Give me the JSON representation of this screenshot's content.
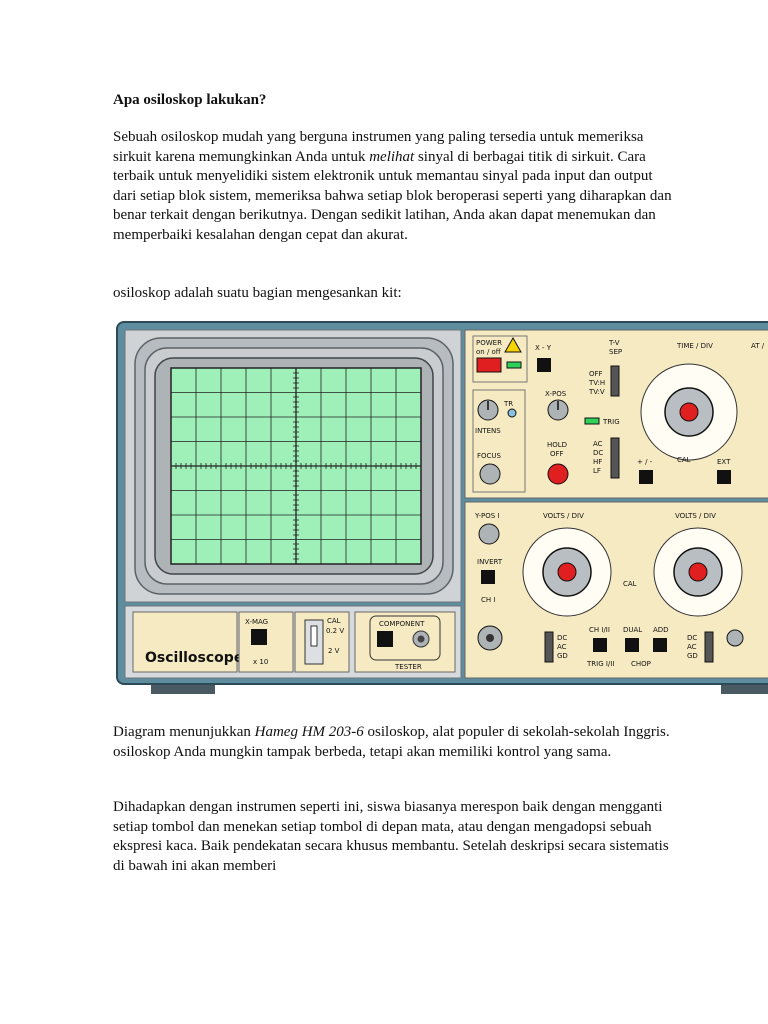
{
  "heading": "Apa osiloskop lakukan?",
  "intro": {
    "before": "Sebuah osiloskop mudah yang berguna instrumen yang paling tersedia untuk memeriksa sirkuit karena memungkinkan Anda untuk ",
    "emph": "melihat",
    "after": " sinyal di berbagai titik di sirkuit. Cara terbaik untuk menyelidiki sistem elektronik untuk memantau sinyal pada input dan output dari setiap blok sistem, memeriksa bahwa setiap blok beroperasi seperti yang diharapkan dan benar terkait dengan berikutnya. Dengan sedikit latihan, Anda akan dapat menemukan dan memperbaiki kesalahan dengan cepat dan akurat."
  },
  "lead": "osiloskop adalah suatu bagian mengesankan kit:",
  "oscilloscope": {
    "name": "Oscilloscope",
    "power_label": "POWER",
    "power_sub": "on / off",
    "xy": "X - Y",
    "tv_sep_1": "T-V",
    "tv_sep_2": "SEP",
    "time_div": "TIME / DIV",
    "at": "AT /",
    "xpos": "X-POS",
    "tr": "TR",
    "intens": "INTENS",
    "focus": "FOCUS",
    "hold_1": "HOLD",
    "hold_2": "OFF",
    "off": "OFF",
    "tvh": "TV:H",
    "tvv": "TV:V",
    "trig": "TRIG",
    "ac": "AC",
    "dc": "DC",
    "hf": "HF",
    "lf": "LF",
    "plusminus": "+ / -",
    "cal": "CAL",
    "ext": "EXT",
    "ypos": "Y-POS I",
    "volts_div": "VOLTS / DIV",
    "invert": "INVERT",
    "ch1": "CH I",
    "xmag": "X-MAG",
    "x10": "x 10",
    "cal_v1": "0.2 V",
    "cal_v2": "2 V",
    "component": "COMPONENT",
    "tester": "TESTER",
    "ch12": "CH I/II",
    "dual": "DUAL",
    "add": "ADD",
    "trig12": "TRIG I/II",
    "chop": "CHOP",
    "gd": "GD"
  },
  "caption": {
    "before": "Diagram menunjukkan ",
    "emph": "Hameg HM 203-6",
    "after": " osiloskop, alat populer di sekolah-sekolah Inggris. osiloskop Anda mungkin tampak berbeda, tetapi akan memiliki kontrol yang sama."
  },
  "last_para": "Dihadapkan dengan instrumen seperti ini, siswa biasanya merespon baik dengan mengganti setiap tombol dan menekan setiap tombol di depan mata, atau dengan mengadopsi sebuah ekspresi kaca. Baik pendekatan secara khusus membantu. Setelah deskripsi secara sistematis di bawah ini akan memberi",
  "colors": {
    "screen": "#9ef0b8",
    "case": "#5f8da0",
    "panel": "#f6eac3",
    "knob_red": "#e02020"
  }
}
